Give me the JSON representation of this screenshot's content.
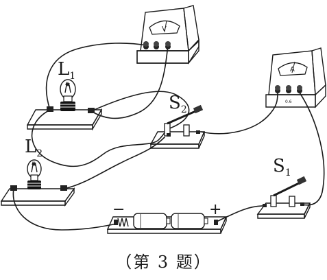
{
  "components": {
    "lamp1": {
      "letter": "L",
      "sub": "1"
    },
    "lamp2": {
      "letter": "L",
      "sub": "2"
    },
    "switch1": {
      "letter": "S",
      "sub": "1"
    },
    "switch2": {
      "letter": "S",
      "sub": "2"
    },
    "voltmeter": {
      "symbol": "V"
    },
    "ammeter": {
      "symbol": "A",
      "terminal_labels": "0.6"
    },
    "battery": {
      "minus": "−",
      "plus": "+"
    }
  },
  "caption": "（第 3 题）"
}
